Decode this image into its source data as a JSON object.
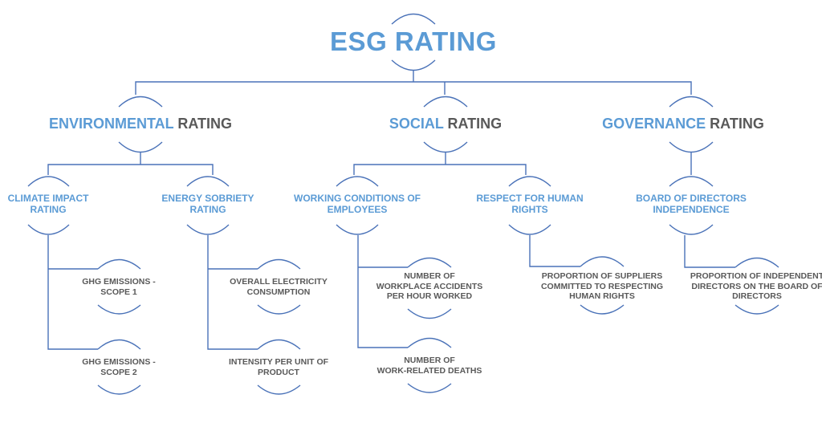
{
  "diagram": {
    "title": "ESG RATING",
    "colors": {
      "accent": "#5b9bd5",
      "dark_text": "#595959",
      "connector": "#4a72b8"
    },
    "pillars": [
      {
        "name_accent": "ENVIRONMENTAL",
        "name_suffix": "RATING",
        "sub_ratings": [
          {
            "label_line1": "CLIMATE IMPACT",
            "label_line2": "RATING",
            "indicators": [
              {
                "line1": "GHG EMISSIONS -",
                "line2": "SCOPE 1"
              },
              {
                "line1": "GHG EMISSIONS -",
                "line2": "SCOPE 2"
              }
            ]
          },
          {
            "label_line1": "ENERGY SOBRIETY",
            "label_line2": "RATING",
            "indicators": [
              {
                "line1": "OVERALL ELECTRICITY",
                "line2": "CONSUMPTION"
              },
              {
                "line1": "INTENSITY PER UNIT OF",
                "line2": "PRODUCT"
              }
            ]
          }
        ]
      },
      {
        "name_accent": "SOCIAL",
        "name_suffix": "RATING",
        "sub_ratings": [
          {
            "label_line1": "WORKING CONDITIONS OF",
            "label_line2": "EMPLOYEES",
            "indicators": [
              {
                "line1": "NUMBER OF",
                "line2": "WORKPLACE ACCIDENTS",
                "line3": "PER HOUR WORKED"
              },
              {
                "line1": "NUMBER OF",
                "line2": "WORK-RELATED DEATHS"
              }
            ]
          },
          {
            "label_line1": "RESPECT FOR HUMAN",
            "label_line2": "RIGHTS",
            "indicators": [
              {
                "line1": "PROPORTION OF SUPPLIERS",
                "line2": "COMMITTED TO RESPECTING",
                "line3": "HUMAN RIGHTS"
              }
            ]
          }
        ]
      },
      {
        "name_accent": "GOVERNANCE",
        "name_suffix": "RATING",
        "sub_ratings": [
          {
            "label_line1": "BOARD OF DIRECTORS",
            "label_line2": "INDEPENDENCE",
            "indicators": [
              {
                "line1": "PROPORTION OF INDEPENDENT",
                "line2": "DIRECTORS ON THE BOARD OF",
                "line3": "DIRECTORS"
              }
            ]
          }
        ]
      }
    ]
  }
}
